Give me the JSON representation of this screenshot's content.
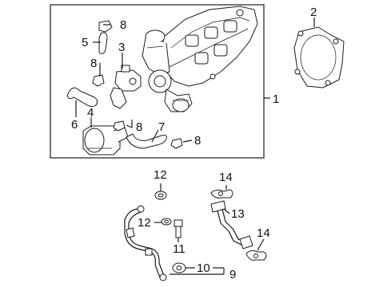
{
  "callouts": {
    "c1": "1",
    "c2": "2",
    "c3": "3",
    "c4": "4",
    "c5": "5",
    "c6": "6",
    "c7": "7",
    "c8a": "8",
    "c8b": "8",
    "c8c": "8",
    "c8d": "8",
    "c9": "9",
    "c10": "10",
    "c11": "11",
    "c12a": "12",
    "c12b": "12",
    "c13": "13",
    "c14a": "14",
    "c14b": "14"
  }
}
